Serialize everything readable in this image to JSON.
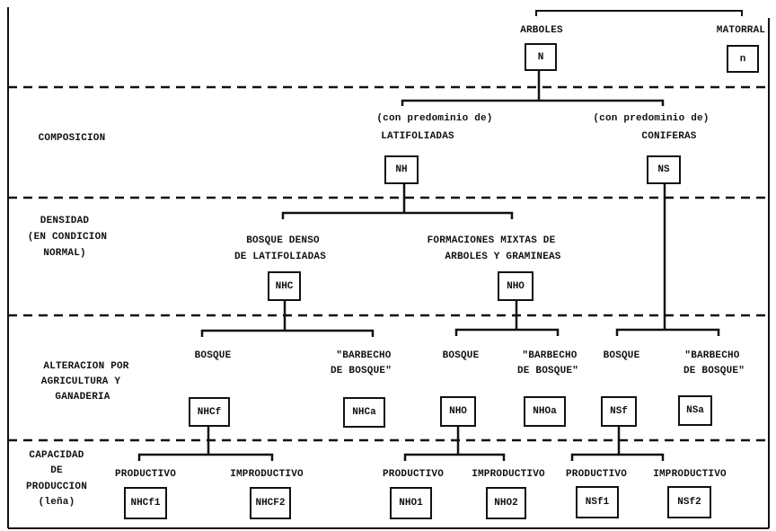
{
  "levels": {
    "composicion": "COMPOSICION",
    "densidad": [
      "DENSIDAD",
      "(EN CONDICION",
      "NORMAL)"
    ],
    "alteracion": [
      "ALTERACION POR",
      "AGRICULTURA Y",
      "GANADERIA"
    ],
    "capacidad": [
      "CAPACIDAD",
      "DE",
      "PRODUCCION",
      "(leña)"
    ]
  },
  "top": {
    "arboles": {
      "label": "ARBOLES",
      "code": "N"
    },
    "matorral": {
      "label": "MATORRAL",
      "code": "n"
    }
  },
  "composicion": {
    "latifoliadas": {
      "label1": "(con predominio de)",
      "label2": "LATIFOLIADAS",
      "code": "NH"
    },
    "coniferas": {
      "label1": "(con predominio de)",
      "label2": "CONIFERAS",
      "code": "NS"
    }
  },
  "densidad": {
    "denso": {
      "label1": "BOSQUE DENSO",
      "label2": "DE LATIFOLIADAS",
      "code": "NHC"
    },
    "mixtas": {
      "label1": "FORMACIONES MIXTAS DE",
      "label2": "ARBOLES Y GRAMINEAS",
      "code": "NHO"
    }
  },
  "alteracion": [
    {
      "label1": "BOSQUE",
      "code": "NHCf"
    },
    {
      "label1": "\"BARBECHO",
      "label2": "DE BOSQUE\"",
      "code": "NHCa"
    },
    {
      "label1": "BOSQUE",
      "code": "NHO"
    },
    {
      "label1": "\"BARBECHO",
      "label2": "DE BOSQUE\"",
      "code": "NHOa"
    },
    {
      "label1": "BOSQUE",
      "code": "NSf"
    },
    {
      "label1": "\"BARBECHO",
      "label2": "DE BOSQUE\"",
      "code": "NSa"
    }
  ],
  "capacidad": [
    {
      "label": "PRODUCTIVO",
      "code": "NHCf1"
    },
    {
      "label": "IMPRODUCTIVO",
      "code": "NHCF2"
    },
    {
      "label": "PRODUCTIVO",
      "code": "NHO1"
    },
    {
      "label": "IMPRODUCTIVO",
      "code": "NHO2"
    },
    {
      "label": "PRODUCTIVO",
      "code": "NSf1"
    },
    {
      "label": "IMPRODUCTIVO",
      "code": "NSf2"
    }
  ]
}
